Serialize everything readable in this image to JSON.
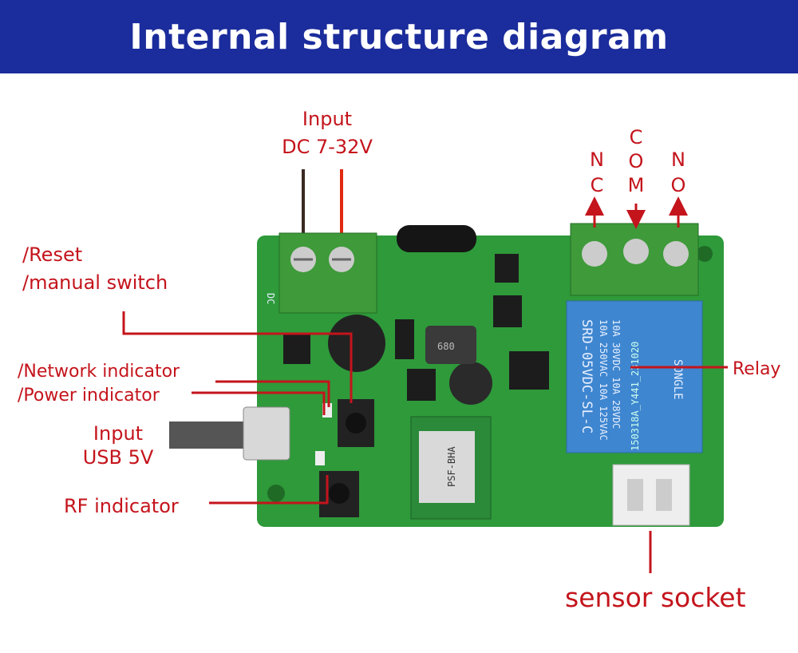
{
  "header": {
    "title": "Internal structure diagram"
  },
  "labels": {
    "dc_input_line1": "Input",
    "dc_input_line2": "DC 7-32V",
    "nc": [
      "N",
      "C"
    ],
    "com": [
      "C",
      "O",
      "M"
    ],
    "no": [
      "N",
      "O"
    ],
    "reset_line1": "/Reset",
    "reset_line2": "/manual switch",
    "network_indicator": "/Network indicator",
    "power_indicator": "/Power indicator",
    "usb_input_line1": "Input",
    "usb_input_line2": "USB 5V",
    "rf_indicator": "RF indicator",
    "relay": "Relay",
    "sensor_socket": "sensor socket"
  },
  "board_markings": {
    "relay_model": "SRD-05VDC-SL-C",
    "relay_rating_1": "10A 250VAC 10A 125VAC",
    "relay_rating_2": "10A 30VDC 10A 28VDC",
    "relay_brand": "SONGLE",
    "module": "PSF-BHA",
    "inductor": "680",
    "dc": "DC",
    "pcb_code": "150318A_Y441_231020"
  },
  "colors": {
    "header": "#1b2c9c",
    "label": "#c4141c",
    "pcb": "#2e9a3a",
    "relay": "#3f86d0",
    "terminal": "#3f9a3a"
  }
}
